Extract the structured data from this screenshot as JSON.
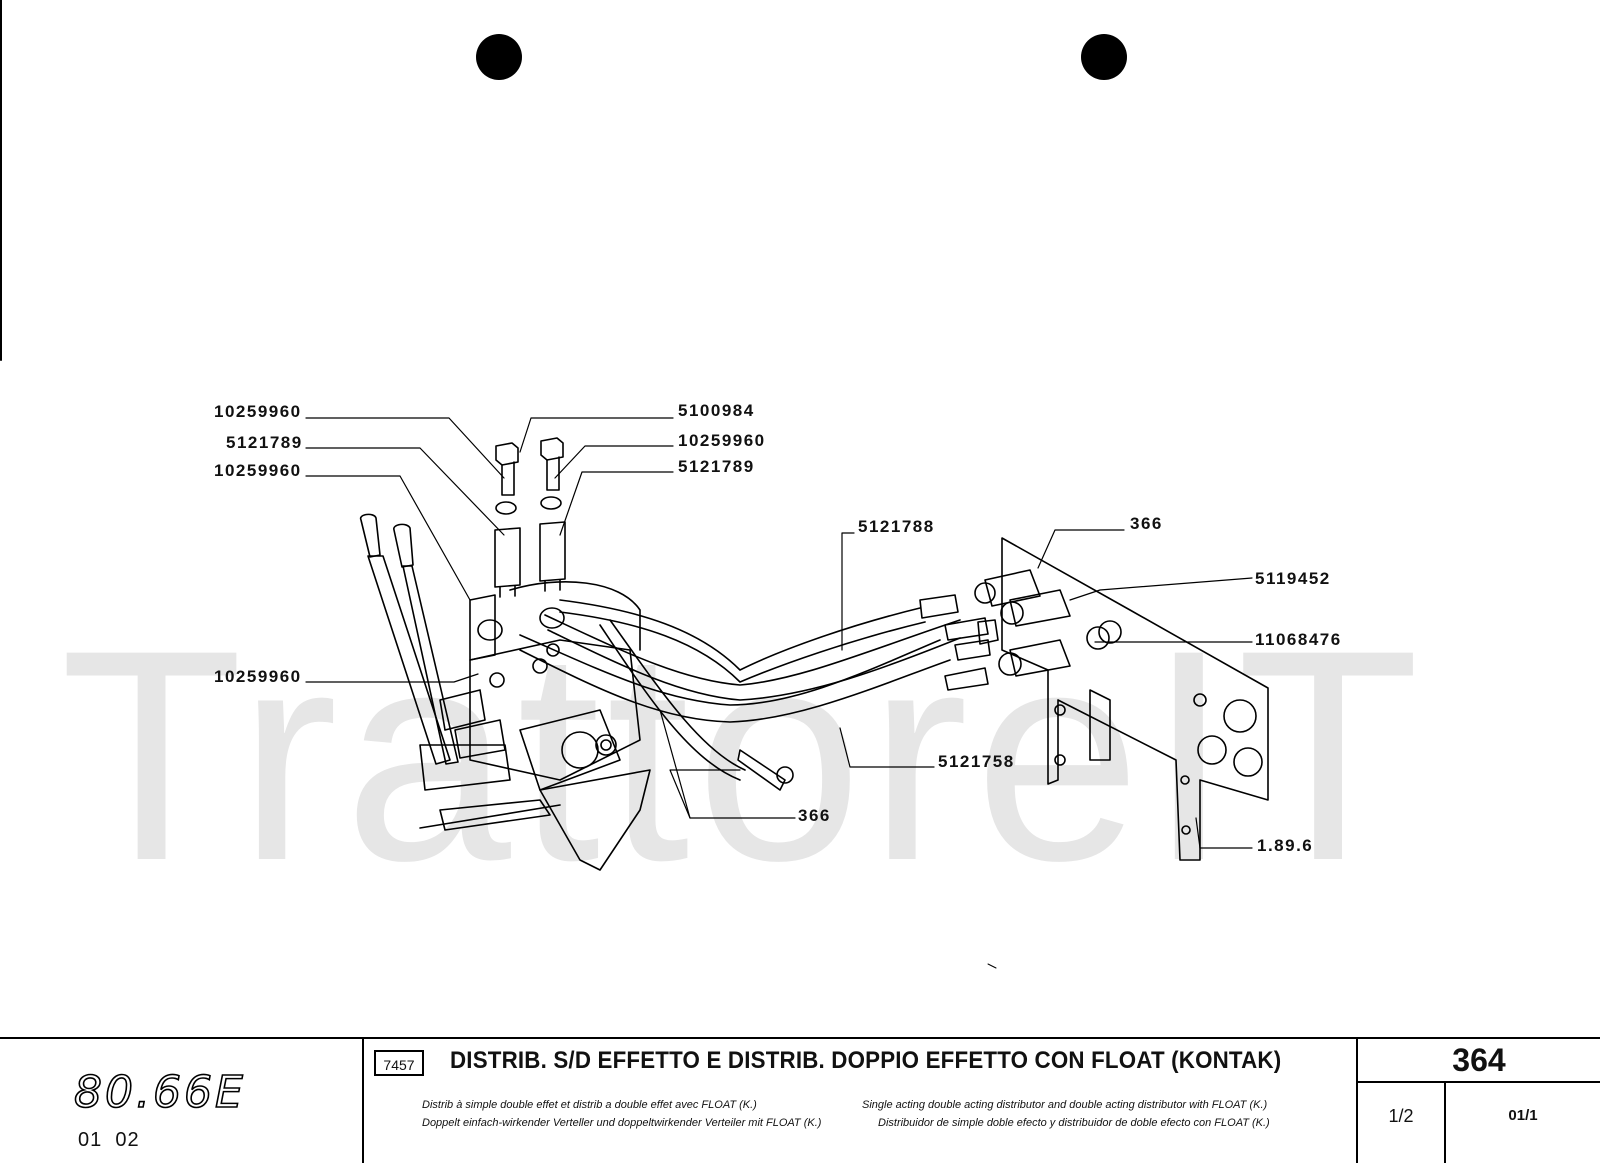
{
  "watermark": "TrattoreIT",
  "callouts": [
    "10259960",
    "5121789",
    "10259960",
    "5100984",
    "10259960",
    "5121789",
    "5121788",
    "366",
    "5119452",
    "11068476",
    "10259960",
    "5121758",
    "366",
    "1.89.6"
  ],
  "title_block": {
    "model": "80.66E",
    "model_sub": "01  02",
    "table_code": "7457",
    "title": "DISTRIB. S/D EFFETTO E DISTRIB. DOPPIO EFFETTO CON FLOAT (KONTAK)",
    "subtitle_fr": "Distrib à simple double effet et distrib a double effet avec FLOAT (K.)",
    "subtitle_de": "Doppelt einfach-wirkender Verteller und doppeltwirkender Verteiler mit FLOAT (K.)",
    "subtitle_en": "Single acting double acting distributor and double acting distributor with FLOAT (K.)",
    "subtitle_es": "Distribuidor de simple doble efecto y distribuidor de doble efecto con FLOAT (K.)",
    "page": "364",
    "page_part": "1/2",
    "page_rev": "01/1"
  }
}
